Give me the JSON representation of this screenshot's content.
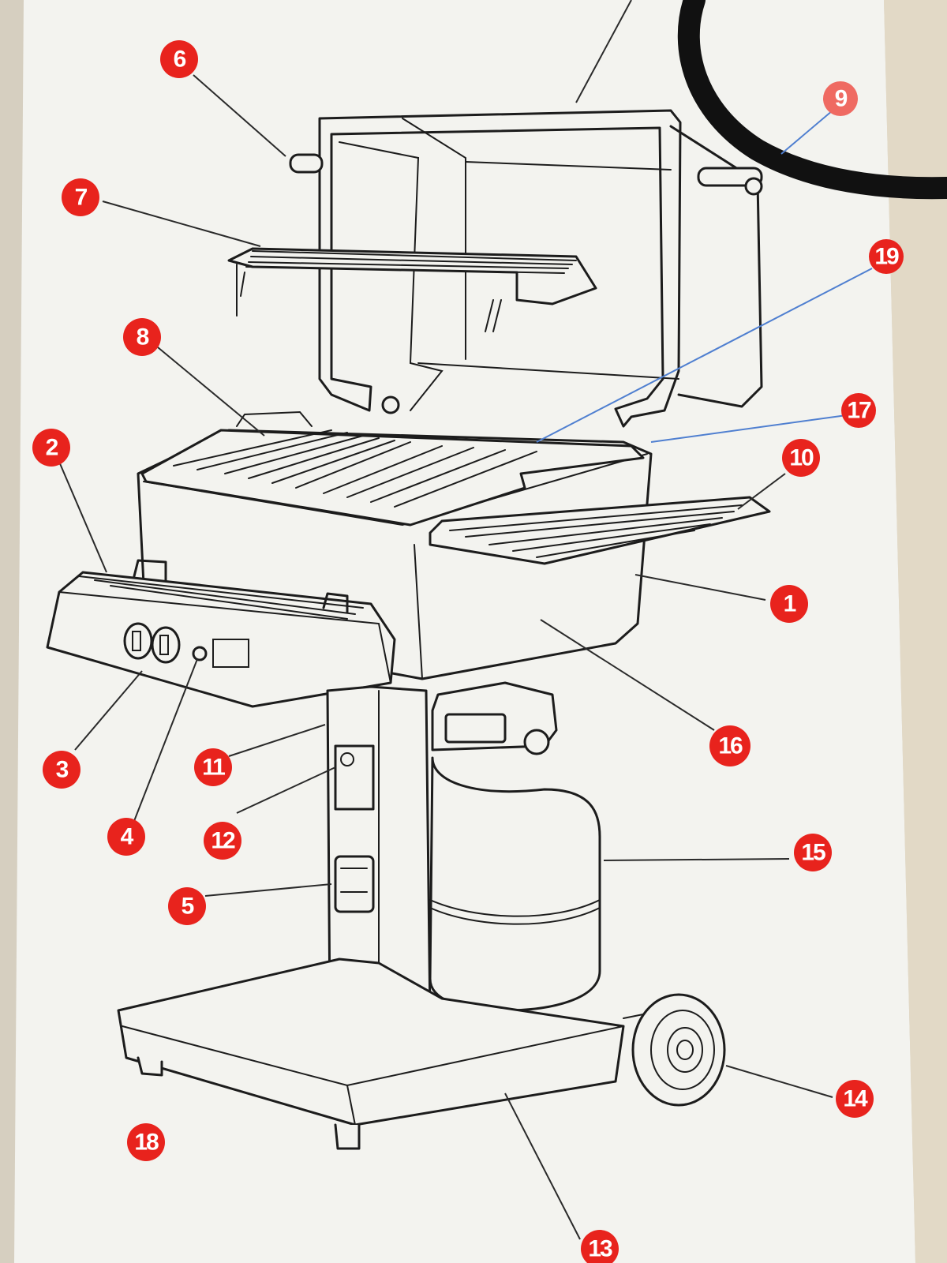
{
  "diagram": {
    "callouts": [
      {
        "key": "c6",
        "text": "6"
      },
      {
        "key": "c7",
        "text": "7"
      },
      {
        "key": "c8",
        "text": "8"
      },
      {
        "key": "c2",
        "text": "2"
      },
      {
        "key": "c9",
        "text": "9"
      },
      {
        "key": "c19",
        "text": "19"
      },
      {
        "key": "c17",
        "text": "17"
      },
      {
        "key": "c10",
        "text": "10"
      },
      {
        "key": "c1",
        "text": "1"
      },
      {
        "key": "c16",
        "text": "16"
      },
      {
        "key": "c3",
        "text": "3"
      },
      {
        "key": "c11",
        "text": "11"
      },
      {
        "key": "c12",
        "text": "12"
      },
      {
        "key": "c4",
        "text": "4"
      },
      {
        "key": "c5",
        "text": "5"
      },
      {
        "key": "c15",
        "text": "15"
      },
      {
        "key": "c14",
        "text": "14"
      },
      {
        "key": "c18",
        "text": "18"
      },
      {
        "key": "c13",
        "text": "13"
      }
    ],
    "colors": {
      "callout_fill": "#e8231d",
      "callout_text": "#ffffff",
      "paper": "#f3f3ef",
      "line_art": "#1c1c1c",
      "hose": "#111111"
    }
  }
}
